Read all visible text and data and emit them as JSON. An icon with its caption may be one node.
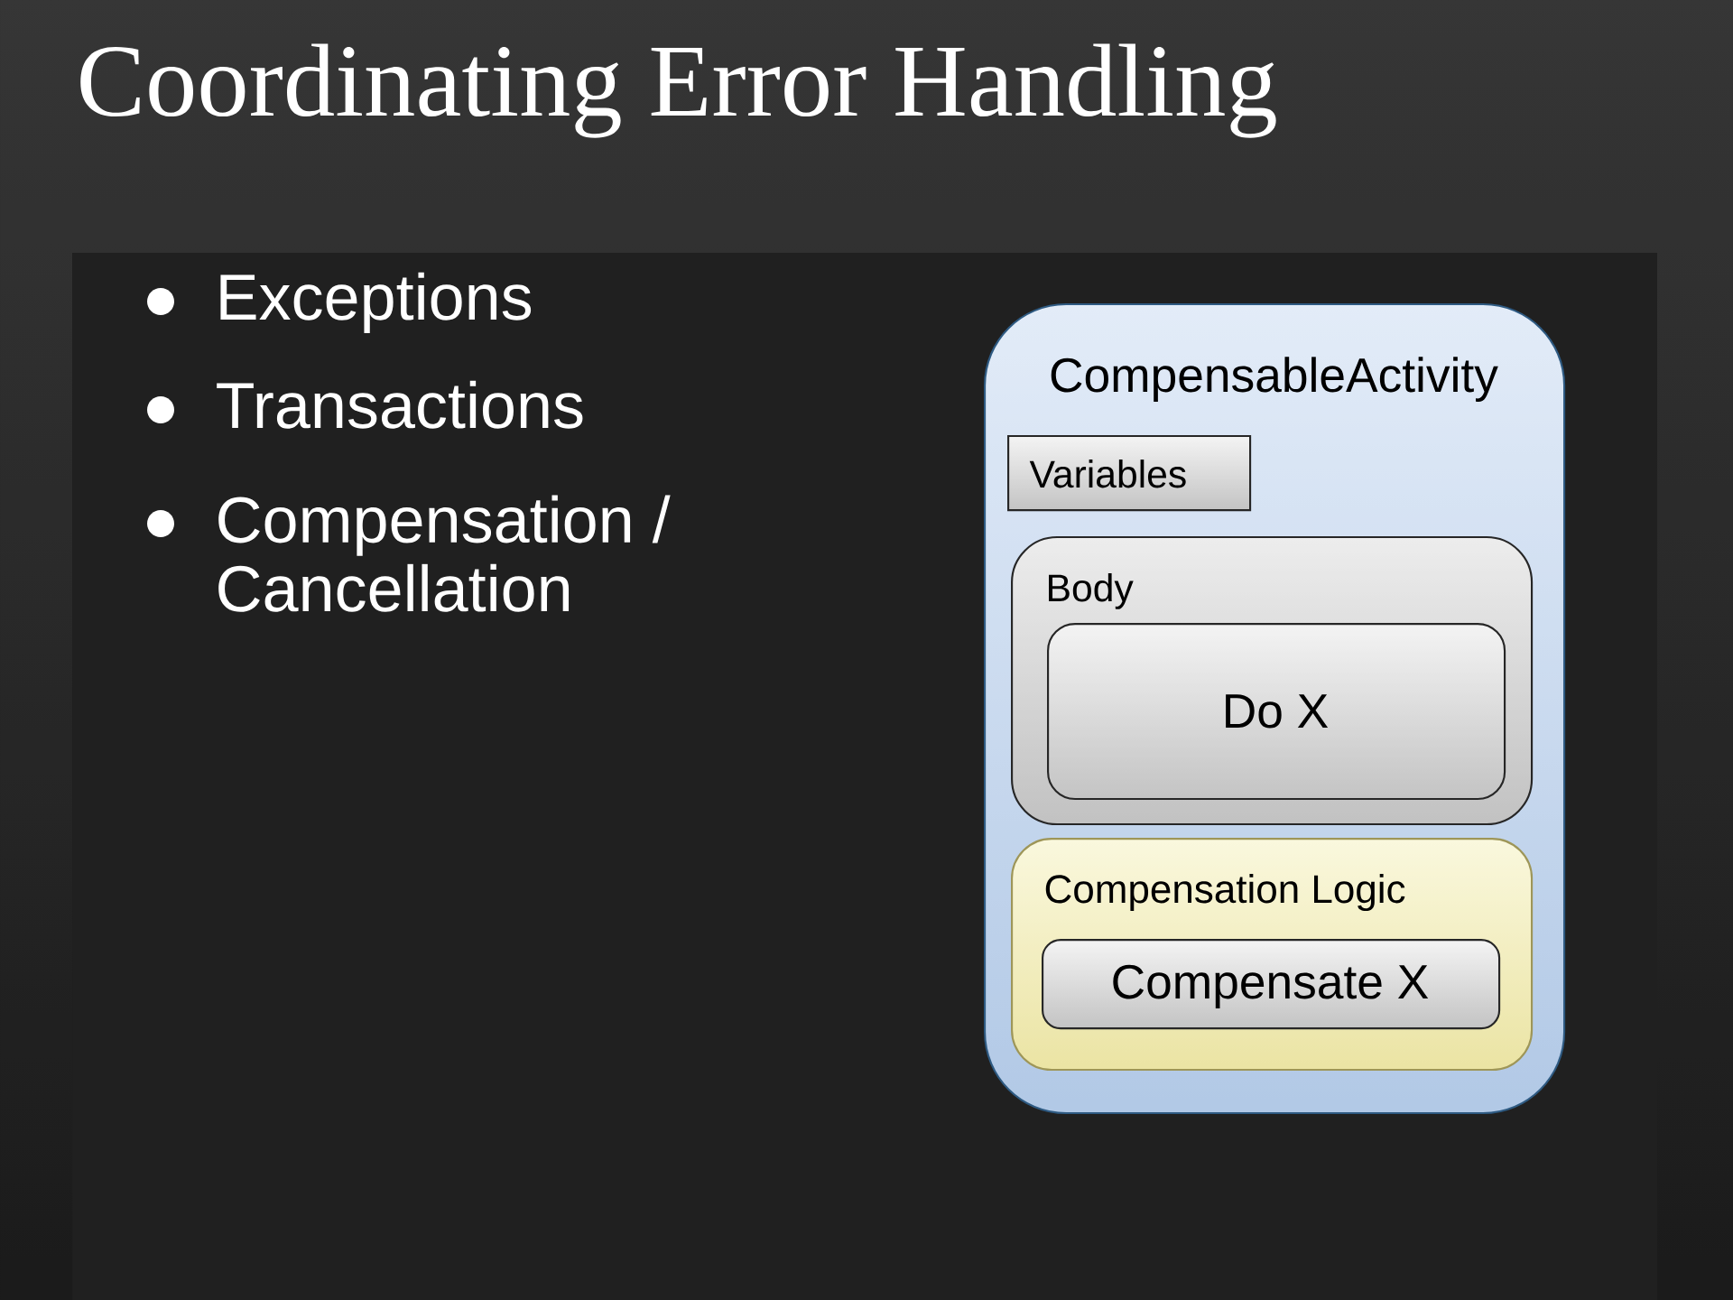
{
  "diagram": {
    "title": "Coordinating Error Handling",
    "nodes": [
      {
        "text": [
          "CompensableActivity"
        ]
      },
      {
        "text": [
          "Variables"
        ],
        "in": 0
      },
      {
        "text": [
          "Body"
        ],
        "in": 0
      },
      {
        "text": [
          "Do X"
        ],
        "in": 2
      },
      {
        "text": [
          "Compensation Logic"
        ],
        "in": 0
      },
      {
        "text": [
          "Compensate X"
        ],
        "in": 4
      }
    ],
    "labels": [
      "Exceptions",
      "Transactions",
      "Compensation / Cancellation"
    ]
  }
}
